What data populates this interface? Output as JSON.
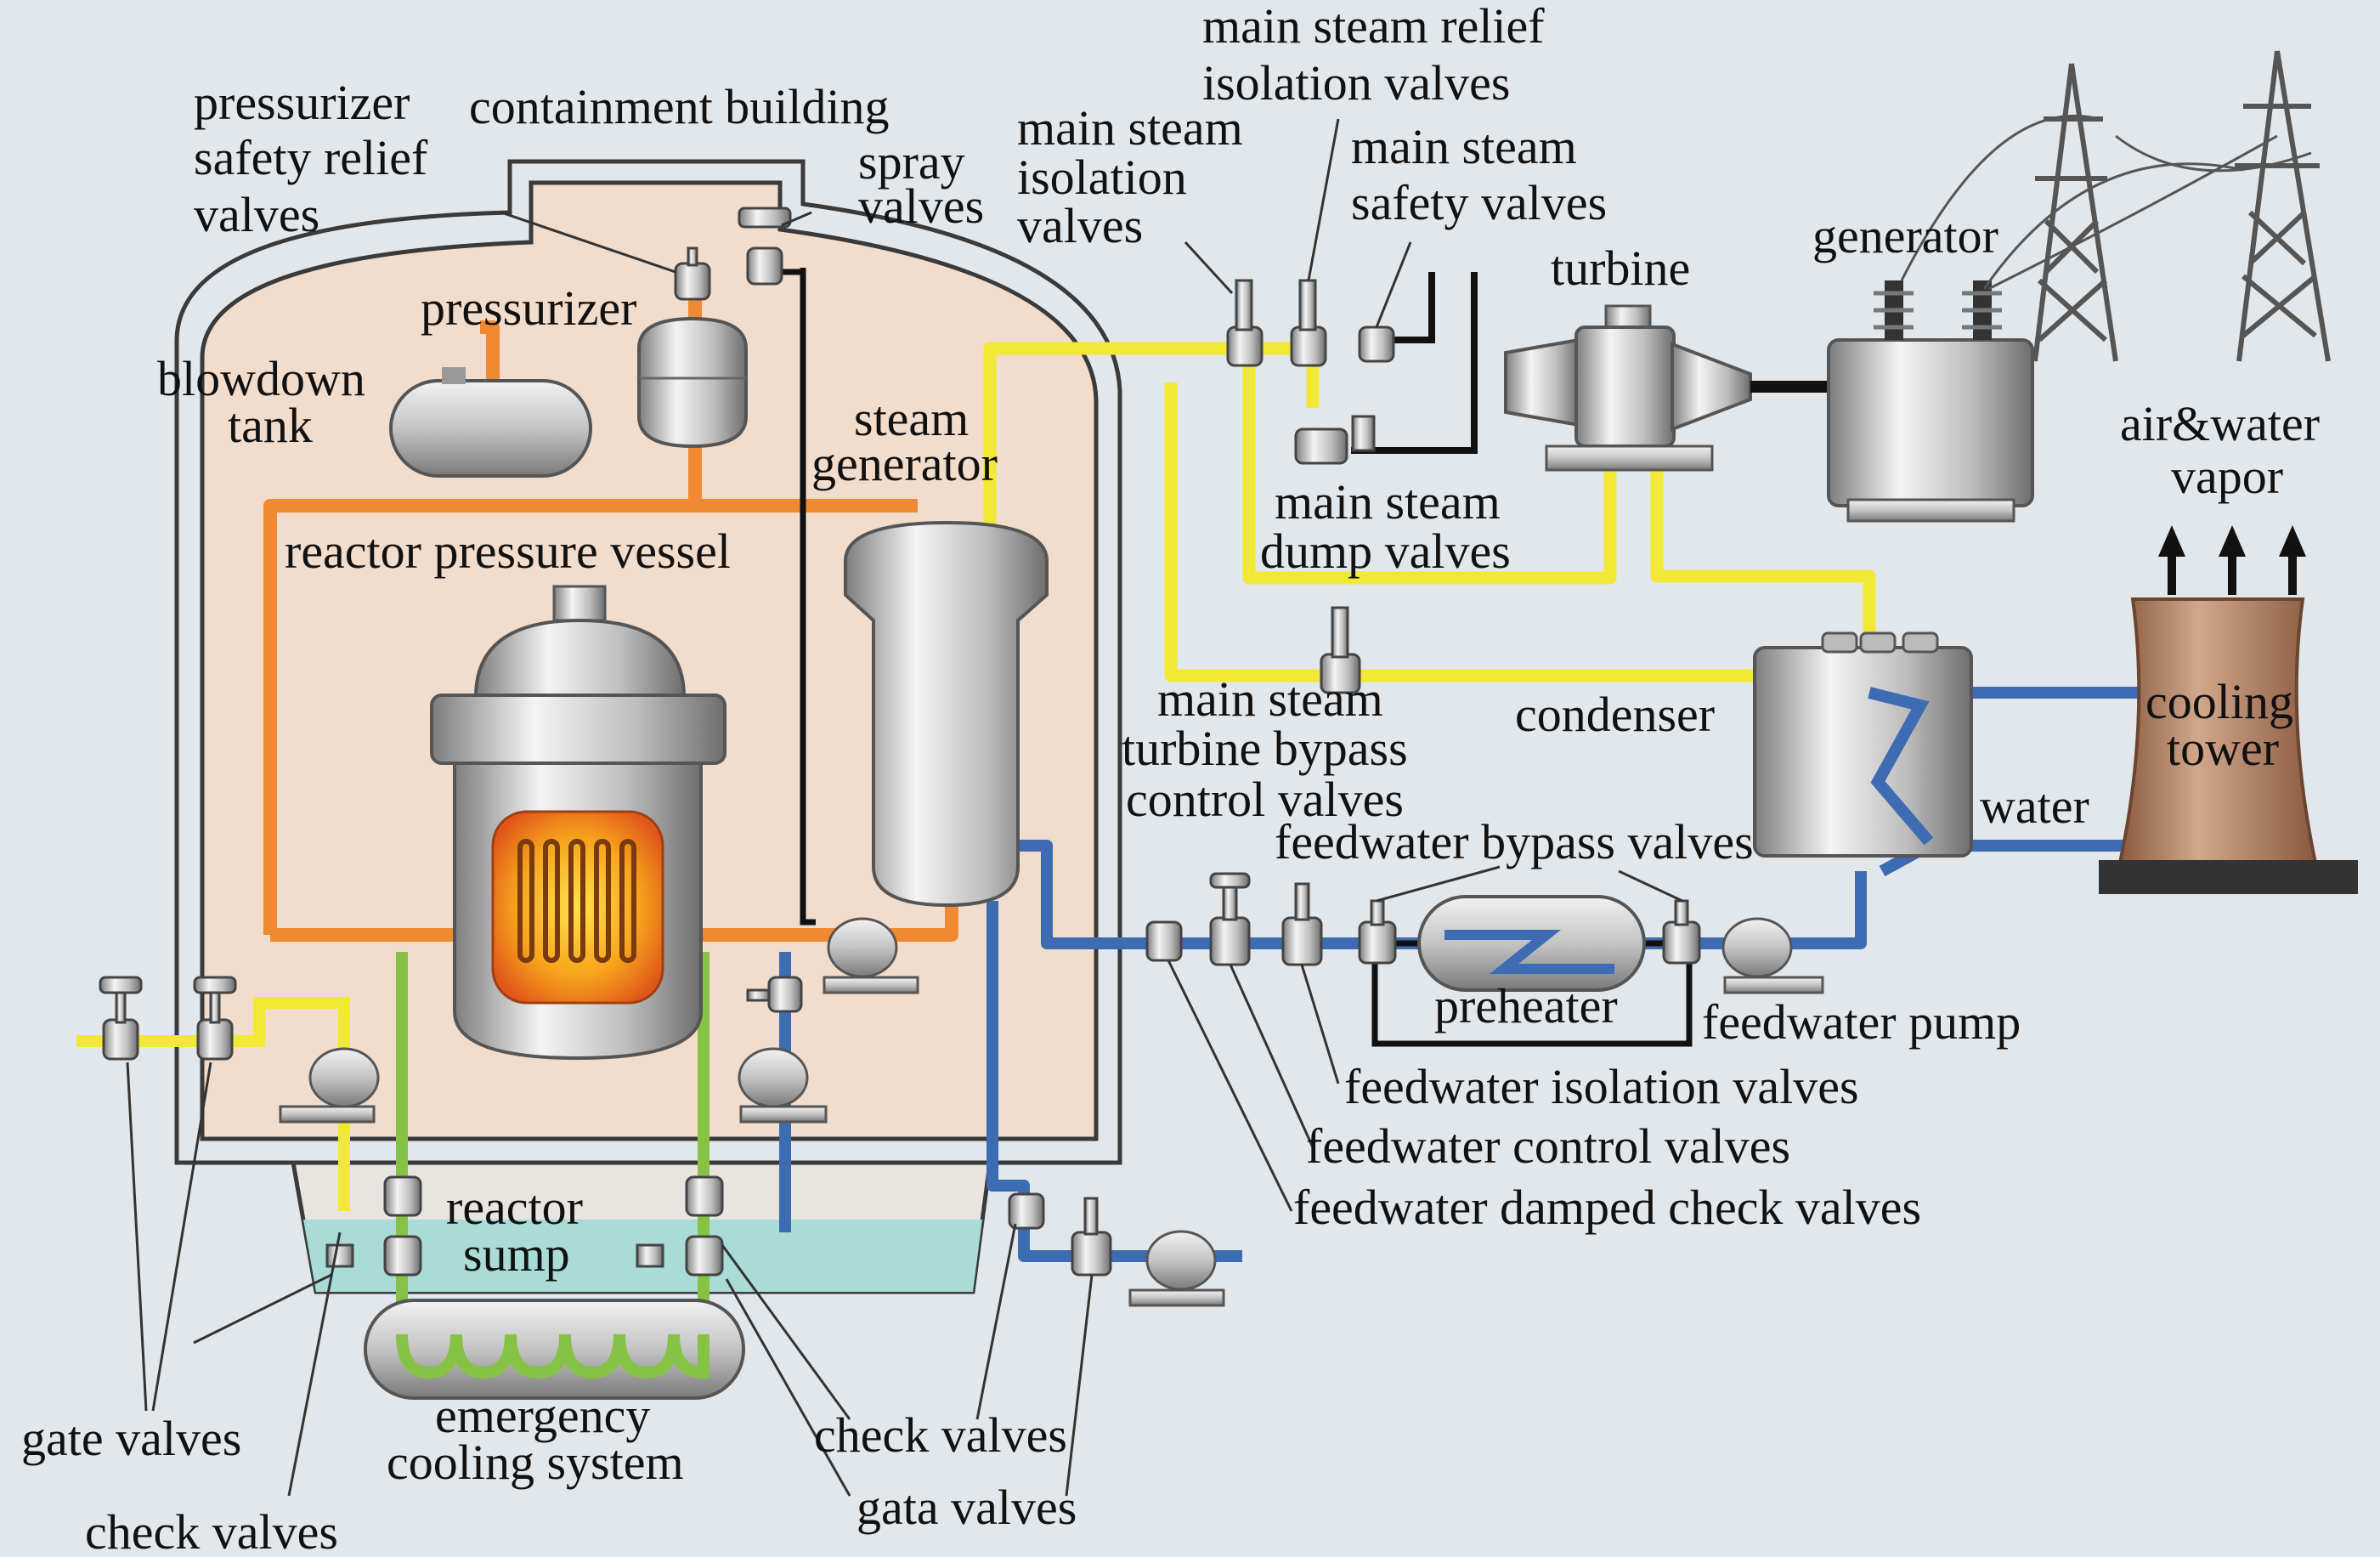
{
  "colors": {
    "background": "#e2e7eb",
    "containment_fill": "#f2dccb",
    "steam_line": "#f2e836",
    "reactor_loop": "#f08a32",
    "feedwater_line": "#3d6cb3",
    "emergency_line": "#86c244",
    "sump_water": "#a9dcd6",
    "cooling_tower": "#b07e62",
    "control_line": "#111111"
  },
  "labels": {
    "pressurizer_safety_relief": [
      "pressurizer",
      "safety relief",
      "valves"
    ],
    "containment_building": "containment building",
    "spray_valves": [
      "spray",
      "valves"
    ],
    "pressurizer": "pressurizer",
    "blowdown_tank": [
      "blowdown",
      "tank"
    ],
    "main_steam_isolation": [
      "main steam",
      "isolation",
      "valves"
    ],
    "main_steam_relief_isolation": [
      "main steam relief",
      "isolation valves"
    ],
    "main_steam_safety": [
      "main steam",
      "safety valves"
    ],
    "turbine": "turbine",
    "generator": "generator",
    "steam_generator": [
      "steam",
      "generator"
    ],
    "reactor_pressure_vessel": "reactor pressure vessel",
    "main_steam_dump": [
      "main steam",
      "dump valves"
    ],
    "air_water_vapor": [
      "air&water",
      "vapor"
    ],
    "main_steam_turbine_bypass": [
      "main steam",
      "turbine bypass",
      "control valves"
    ],
    "condenser": "condenser",
    "cooling_tower": [
      "cooling",
      "tower"
    ],
    "water": "water",
    "feedwater_bypass": "feedwater bypass valves",
    "preheater": "preheater",
    "feedwater_pump": "feedwater pump",
    "feedwater_isolation": "feedwater isolation valves",
    "feedwater_control": "feedwater control valves",
    "feedwater_damped_check": "feedwater damped check valves",
    "reactor_sump": [
      "reactor",
      "sump"
    ],
    "gate_valves": "gate valves",
    "emergency_cooling": [
      "emergency",
      "cooling system"
    ],
    "check_valves_right": "check valves",
    "gata_valves": "gata valves",
    "check_valves_bottom": "check valves"
  }
}
